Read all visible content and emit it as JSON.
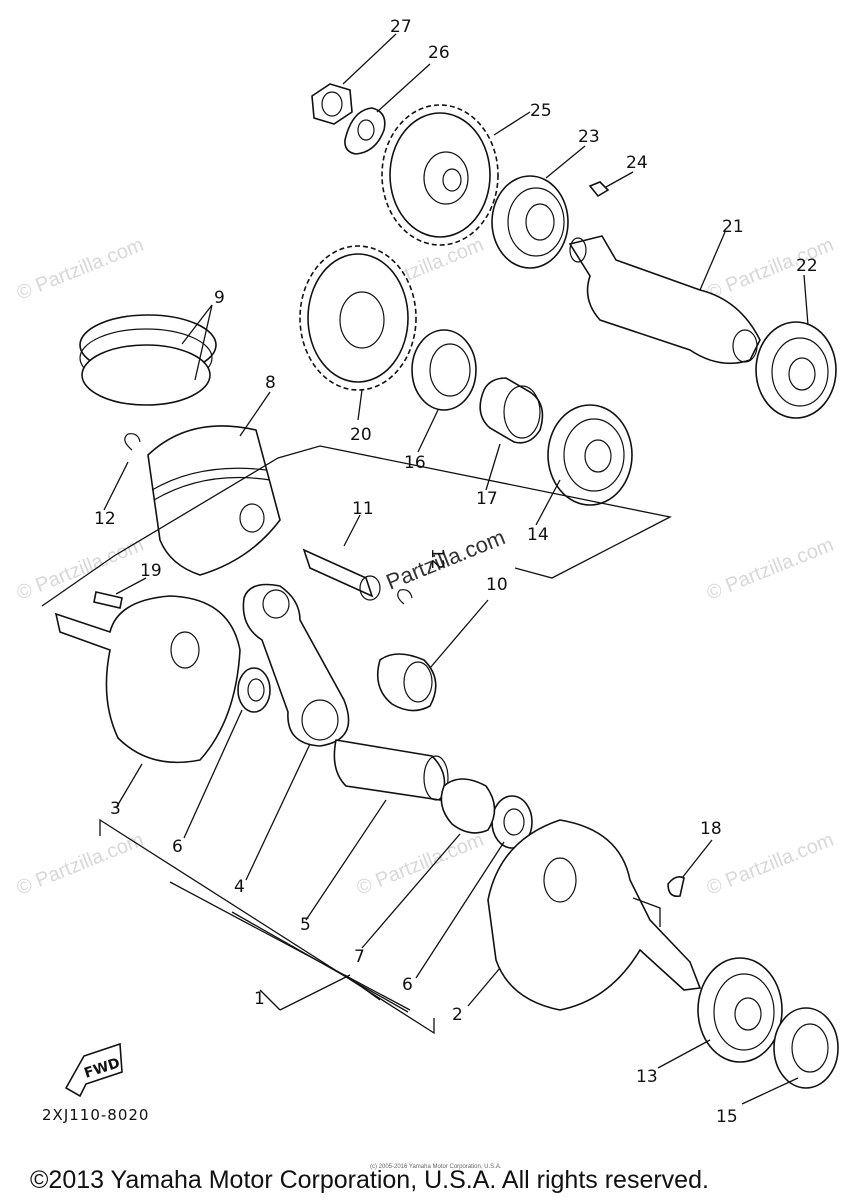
{
  "diagram_code": "2XJ110-8020",
  "fwd_label": "FWD",
  "copyright": "©2013 Yamaha Motor Corporation, U.S.A. All rights reserved.",
  "small_copyright": "(c) 2005-2016 Yamaha Motor Corporation, U.S.A.",
  "watermark": "© Partzilla.com",
  "center_watermark": "Partzilla.com",
  "callouts": [
    "27",
    "26",
    "25",
    "23",
    "24",
    "21",
    "22",
    "9",
    "8",
    "20",
    "16",
    "17",
    "14",
    "12",
    "11",
    "12",
    "19",
    "10",
    "3",
    "6",
    "4",
    "5",
    "1",
    "7",
    "6",
    "2",
    "18",
    "13",
    "15"
  ]
}
